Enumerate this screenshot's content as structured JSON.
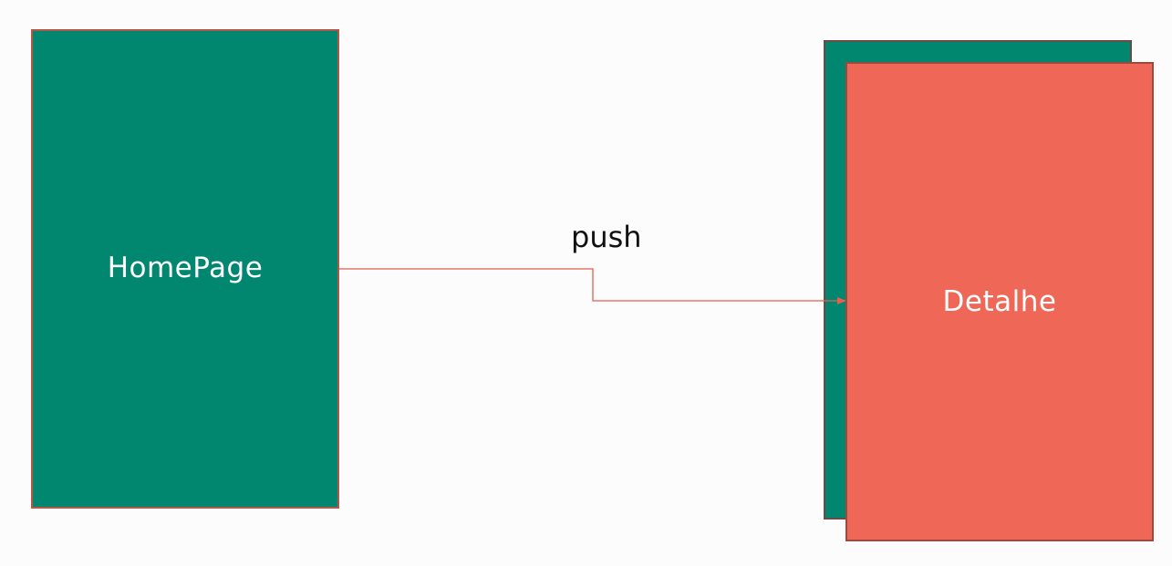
{
  "diagram": {
    "source": {
      "label": "HomePage",
      "color": "#01876f"
    },
    "stack_back": {
      "label": "",
      "color": "#01876f"
    },
    "target": {
      "label": "Detalhe",
      "color": "#ee6757"
    },
    "edge": {
      "label": "push",
      "color": "#e4604f"
    }
  }
}
